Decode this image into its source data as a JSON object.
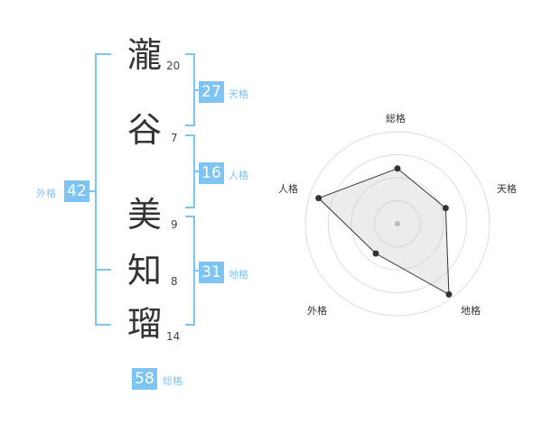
{
  "name": {
    "characters": [
      {
        "char": "瀧",
        "strokes": "20"
      },
      {
        "char": "谷",
        "strokes": "7"
      },
      {
        "char": "美",
        "strokes": "9"
      },
      {
        "char": "知",
        "strokes": "8"
      },
      {
        "char": "瑠",
        "strokes": "14"
      }
    ]
  },
  "fortunes": {
    "tenkaku": {
      "value": "27",
      "label": "天格"
    },
    "jinkaku": {
      "value": "16",
      "label": "人格"
    },
    "chikaku": {
      "value": "31",
      "label": "地格"
    },
    "gaikaku": {
      "value": "42",
      "label": "外格"
    },
    "soukaku": {
      "value": "58",
      "label": "総格"
    }
  },
  "colors": {
    "accent": "#7ec4f2",
    "text": "#333333"
  },
  "chart_data": {
    "type": "radar",
    "axes": [
      "総格",
      "天格",
      "地格",
      "外格",
      "人格"
    ],
    "values": [
      0.6,
      0.55,
      0.95,
      0.4,
      0.9
    ],
    "max": 1,
    "rings": 4
  }
}
